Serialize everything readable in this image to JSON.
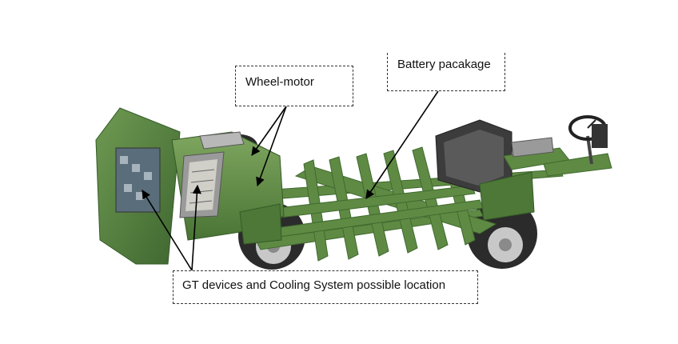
{
  "labels": {
    "wheel_motor": "Wheel-motor",
    "battery_package": "Battery pacakage",
    "gt_devices": "GT devices and Cooling System possible location"
  },
  "colors": {
    "frame_green": "#5f8a44",
    "frame_dark": "#3f6a2e",
    "tire": "#2b2b2b",
    "rim": "#c8c8c8",
    "box_border": "#333333",
    "arrow": "#000000"
  },
  "icons": [
    "chassis-illustration",
    "steering-wheel-icon"
  ]
}
